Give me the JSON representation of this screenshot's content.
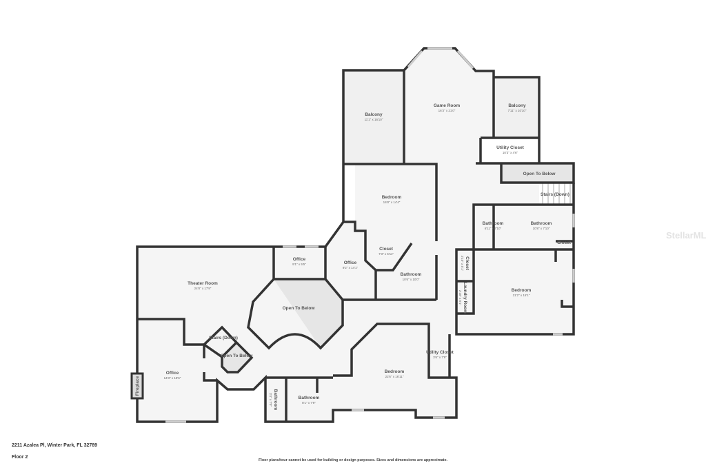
{
  "address": "2211 Azalea Pl, Winter Park, FL 32789",
  "floor": "Floor 2",
  "disclaimer": "Floor plans/tour cannot be used for building or design purposes. Sizes and dimensions are approximate.",
  "watermark": "StellarMLS",
  "colors": {
    "wall": "#333333",
    "room": "#f5f5f5",
    "open_to_below": "#e6e6e6"
  },
  "rooms": [
    {
      "name": "Balcony",
      "dims": "11'1\" x 16'10\""
    },
    {
      "name": "Game Room",
      "dims": "16'3\" x 21'0\""
    },
    {
      "name": "Balcony",
      "dims": "7'11\" x 10'10\""
    },
    {
      "name": "Utility Closet",
      "dims": "10'3\" x 4'6\""
    },
    {
      "name": "Open To Below",
      "dims": ""
    },
    {
      "name": "Stairs (Down)",
      "dims": ""
    },
    {
      "name": "Bedroom",
      "dims": "16'8\" x 14'4\""
    },
    {
      "name": "Bathroom",
      "dims": "6'11\" x 7'10\""
    },
    {
      "name": "Bathroom",
      "dims": "10'8\" x 7'10\""
    },
    {
      "name": "Closet",
      "dims": ""
    },
    {
      "name": "Closet",
      "dims": "2'10\" x 5'1\""
    },
    {
      "name": "Laundry Room",
      "dims": "2'10\" x 6'1\""
    },
    {
      "name": "Bedroom",
      "dims": "21'2\" x 15'1\""
    },
    {
      "name": "Office",
      "dims": "9'1\" x 5'5\""
    },
    {
      "name": "Office",
      "dims": "9'2\" x 14'1\""
    },
    {
      "name": "Closet",
      "dims": "7'3\" x 6'11\""
    },
    {
      "name": "Bathroom",
      "dims": "10'6\" x 10'0\""
    },
    {
      "name": "Theater Room",
      "dims": "24'8\" x 17'9\""
    },
    {
      "name": "Open To Below",
      "dims": ""
    },
    {
      "name": "Stairs (Down)",
      "dims": ""
    },
    {
      "name": "Open To Below",
      "dims": ""
    },
    {
      "name": "Office",
      "dims": "14'3\" x 18'6\""
    },
    {
      "name": "Fireplace",
      "dims": ""
    },
    {
      "name": "Bathroom",
      "dims": "3'4\" x 7'0\""
    },
    {
      "name": "Bathroom",
      "dims": "8'1\" x 7'9\""
    },
    {
      "name": "Bedroom",
      "dims": "22'6\" x 16'11\""
    },
    {
      "name": "Utility Closet",
      "dims": "3'6\" x 7'9\""
    }
  ]
}
